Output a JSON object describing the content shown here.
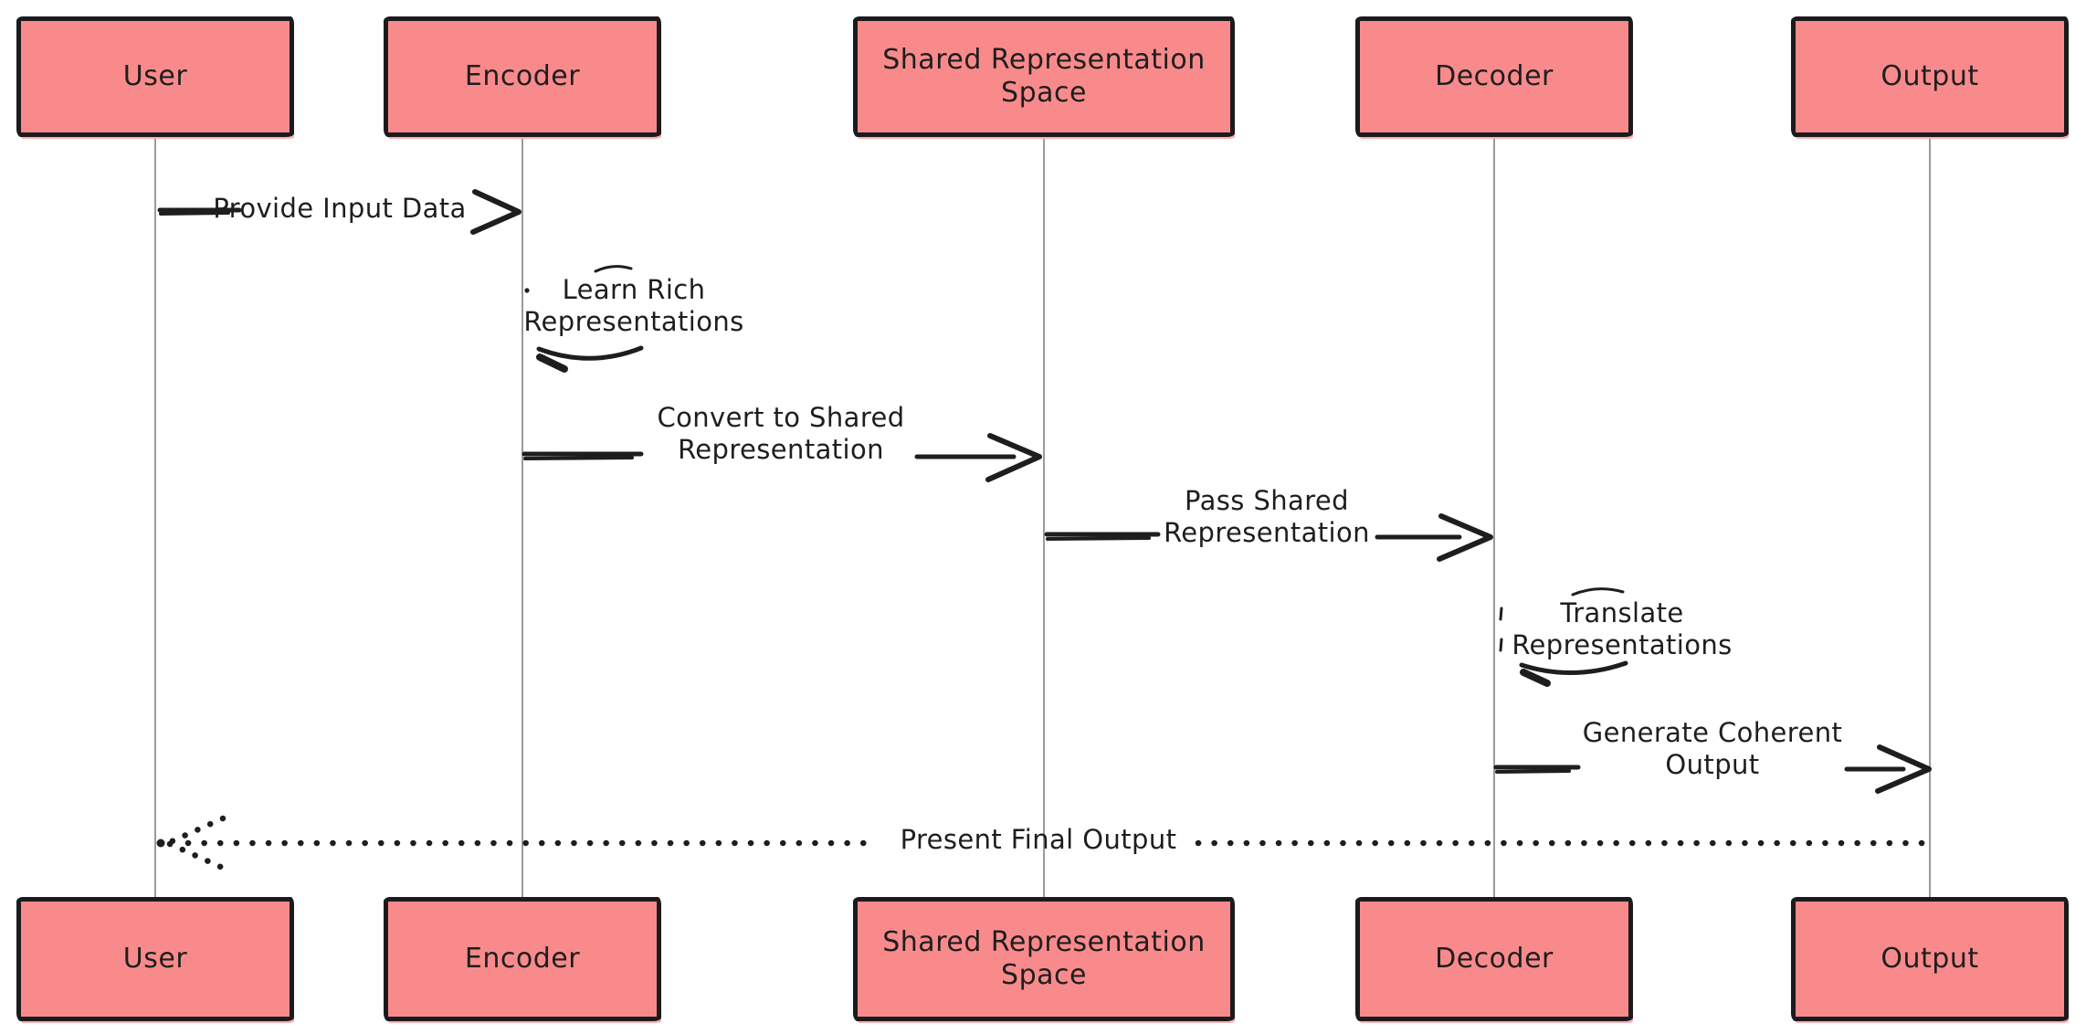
{
  "diagram": {
    "kind": "sequence-diagram",
    "style": "hand-drawn",
    "colors": {
      "background": "#ffffff",
      "actor_fill": "#f98a8c",
      "actor_border": "#1b1b1e",
      "lifeline": "#9b9b9b",
      "message": "#1e1e1e"
    },
    "participants": [
      {
        "name": "User"
      },
      {
        "name": "Encoder"
      },
      {
        "name": "Shared Representation Space"
      },
      {
        "name": "Decoder"
      },
      {
        "name": "Output"
      }
    ],
    "messages": [
      {
        "from": "User",
        "to": "Encoder",
        "label": "Provide Input Data",
        "style": "solid-arrow"
      },
      {
        "from": "Encoder",
        "to": "Encoder",
        "label": "Learn Rich Representations",
        "style": "self-note"
      },
      {
        "from": "Encoder",
        "to": "Shared Representation Space",
        "label": "Convert to Shared Representation",
        "style": "solid-arrow"
      },
      {
        "from": "Shared Representation Space",
        "to": "Decoder",
        "label": "Pass Shared Representation",
        "style": "solid-arrow"
      },
      {
        "from": "Decoder",
        "to": "Decoder",
        "label": "Translate Representations",
        "style": "self-note"
      },
      {
        "from": "Decoder",
        "to": "Output",
        "label": "Generate Coherent Output",
        "style": "solid-arrow"
      },
      {
        "from": "Output",
        "to": "User",
        "label": "Present Final Output",
        "style": "dotted-arrow"
      }
    ]
  }
}
